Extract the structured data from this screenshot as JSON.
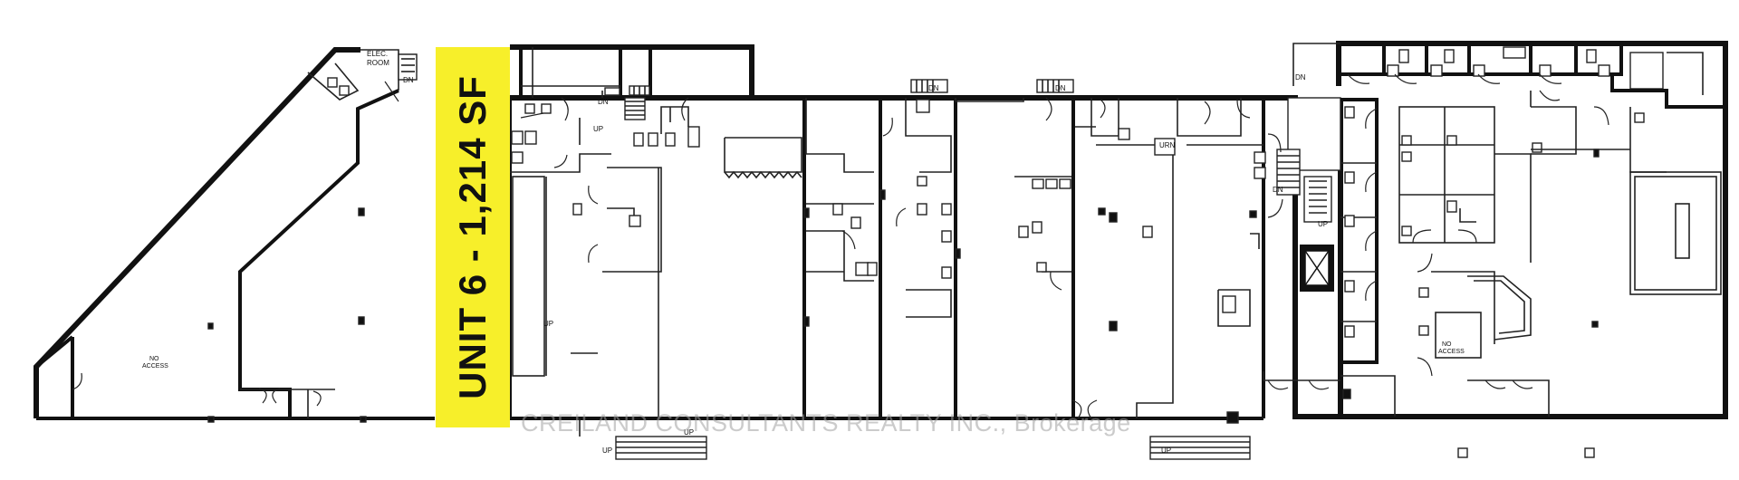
{
  "unit_label": "UNIT 6 - 1,214 SF",
  "watermark": "CREILAND CONSULTANTS REALTY INC., Brokerage",
  "labels": {
    "elec_room_line1": "ELEC.",
    "elec_room_line2": "ROOM",
    "no_access": "NO",
    "no_access_2": "ACCESS",
    "dn": "DN",
    "up": "UP",
    "urn": "URN"
  },
  "colors": {
    "highlight": "#f7ef2a",
    "wall": "#111111",
    "background": "#ffffff"
  }
}
